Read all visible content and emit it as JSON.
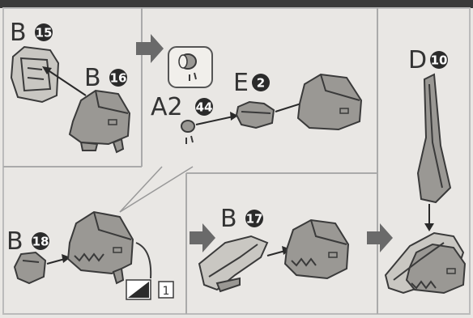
{
  "page": {
    "bg": "#e9e7e4",
    "line": "#3a3a3a",
    "part_gray": "#9a9894"
  },
  "labels": {
    "b15": {
      "letter": "B",
      "num": "15"
    },
    "b16": {
      "letter": "B",
      "num": "16"
    },
    "a2_44": {
      "letter": "A2",
      "num": "44"
    },
    "e2": {
      "letter": "E",
      "num": "2"
    },
    "d10": {
      "letter": "D",
      "num": "10"
    },
    "b18": {
      "letter": "B",
      "num": "18"
    },
    "b17": {
      "letter": "B",
      "num": "17"
    }
  },
  "note": {
    "box_number": "1"
  }
}
